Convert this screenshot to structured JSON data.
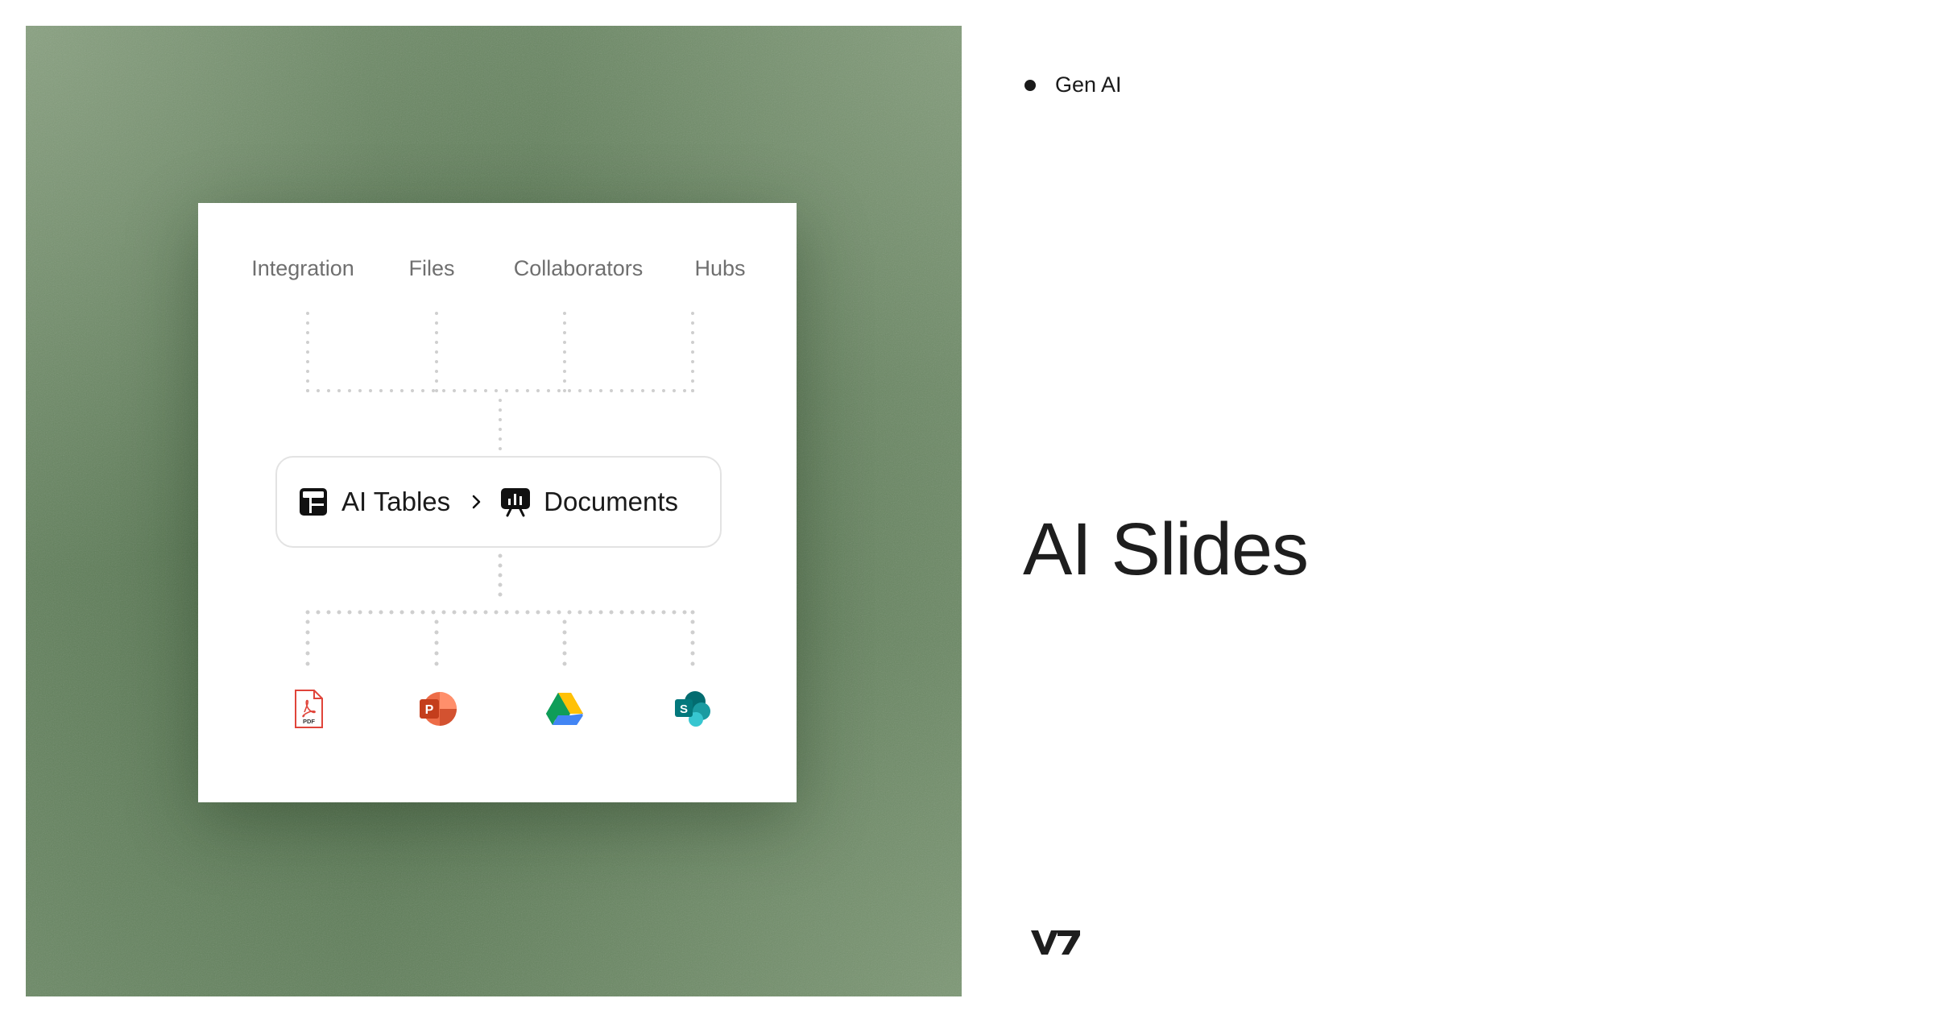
{
  "hero": {
    "columns": [
      "Integration",
      "Files",
      "Collaborators",
      "Hubs"
    ],
    "pill": {
      "left_icon": "table-icon",
      "left_label": "AI Tables",
      "separator_icon": "chevron-right-icon",
      "right_icon": "presentation-icon",
      "right_label": "Documents"
    },
    "outputs": [
      {
        "icon": "pdf-icon",
        "label": "PDF"
      },
      {
        "icon": "powerpoint-icon",
        "label": "P"
      },
      {
        "icon": "google-drive-icon"
      },
      {
        "icon": "sharepoint-icon",
        "label": "S"
      }
    ]
  },
  "tag": {
    "label": "Gen AI"
  },
  "title": "AI Slides",
  "logo": {
    "icon": "v7-logo"
  },
  "colors": {
    "hero_green": "#5a7954",
    "text_dark": "#1e1e1e",
    "label_gray": "#6f6f6f",
    "connector_dots": "#cfcfcf",
    "pdf_red": "#e0443a",
    "powerpoint_orange": "#d24726",
    "sharepoint_teal": "#038387"
  }
}
